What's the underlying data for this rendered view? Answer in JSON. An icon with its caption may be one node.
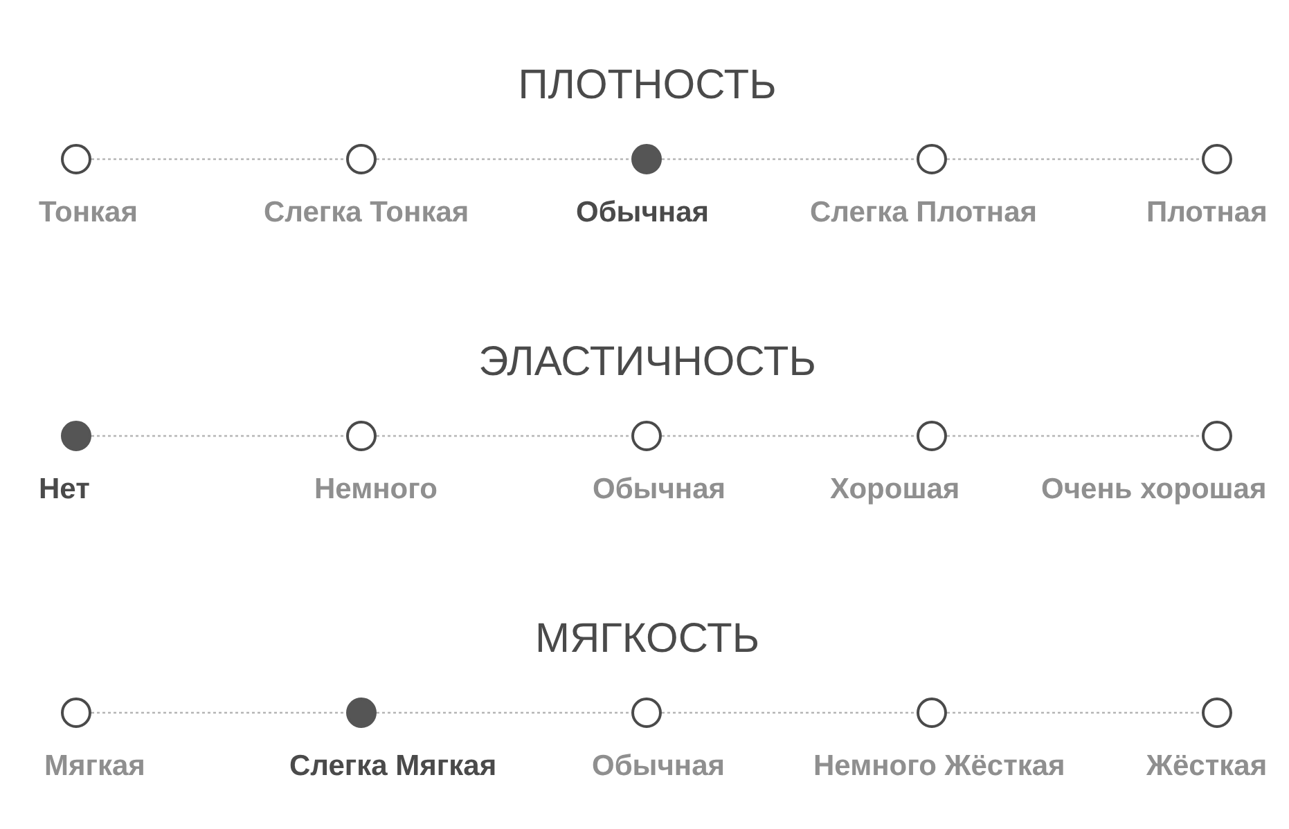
{
  "diagram": {
    "nodes": [
      {
        "text": [],
        "shape": "circle",
        "beside": [
          "Тонкая"
        ]
      },
      {
        "text": [],
        "shape": "circle",
        "beside": [
          "Слегка Тонкая"
        ]
      },
      {
        "text": [],
        "shape": "dot",
        "beside": [
          "Обычная"
        ]
      },
      {
        "text": [],
        "shape": "circle",
        "beside": [
          "Слегка Плотная"
        ]
      },
      {
        "text": [],
        "shape": "circle",
        "beside": [
          "Плотная"
        ]
      },
      {
        "text": [],
        "shape": "dot",
        "beside": [
          "Нет"
        ]
      },
      {
        "text": [],
        "shape": "circle",
        "beside": [
          "Немного"
        ]
      },
      {
        "text": [],
        "shape": "circle",
        "beside": [
          "Обычная"
        ]
      },
      {
        "text": [],
        "shape": "circle",
        "beside": [
          "Хорошая"
        ]
      },
      {
        "text": [],
        "shape": "circle",
        "beside": [
          "Очень хорошая"
        ]
      },
      {
        "text": [],
        "shape": "circle",
        "beside": [
          "Мягкая"
        ]
      },
      {
        "text": [],
        "shape": "dot",
        "beside": [
          "Слегка Мягкая"
        ]
      },
      {
        "text": [],
        "shape": "circle",
        "beside": [
          "Обычная"
        ]
      },
      {
        "text": [],
        "shape": "circle",
        "beside": [
          "Немного Жёсткая"
        ]
      },
      {
        "text": [],
        "shape": "circle",
        "beside": [
          "Жёсткая"
        ]
      }
    ],
    "edges": [
      {
        "from": 0,
        "to": 1,
        "arrow": "none"
      },
      {
        "from": 1,
        "to": 2,
        "arrow": "none"
      },
      {
        "from": 2,
        "to": 3,
        "arrow": "none"
      },
      {
        "from": 3,
        "to": 4,
        "arrow": "none"
      },
      {
        "from": 5,
        "to": 6,
        "arrow": "none"
      },
      {
        "from": 6,
        "to": 7,
        "arrow": "none"
      },
      {
        "from": 7,
        "to": 8,
        "arrow": "none"
      },
      {
        "from": 8,
        "to": 9,
        "arrow": "none"
      },
      {
        "from": 10,
        "to": 11,
        "arrow": "none"
      },
      {
        "from": 11,
        "to": 12,
        "arrow": "none"
      },
      {
        "from": 12,
        "to": 13,
        "arrow": "none"
      },
      {
        "from": 13,
        "to": 14,
        "arrow": "none"
      }
    ],
    "labels": [
      "ПЛОТНОСТЬ",
      "ЭЛАСТИЧНОСТЬ",
      "МЯГКОСТЬ"
    ]
  }
}
